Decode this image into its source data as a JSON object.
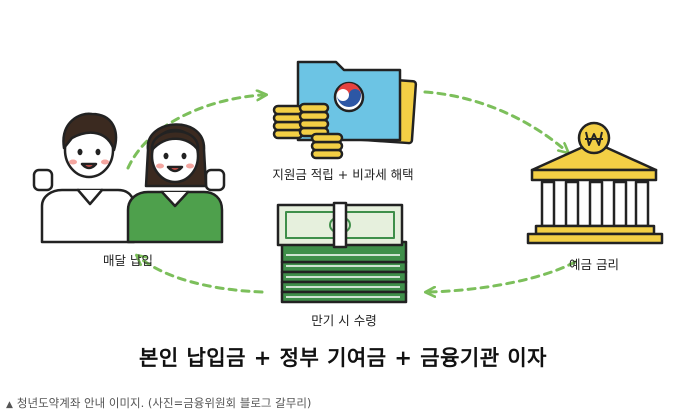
{
  "labels": {
    "monthly_payment": "매달 납입",
    "subsidy": "지원금 적립 + 비과세 해택",
    "interest": "예금 금리",
    "maturity": "만기 시 수령"
  },
  "headline": "본인 납입금 + 정부 기여금 + 금융기관 이자",
  "caption": "청년도약계좌 안내 이미지. (사진=금융위원회 블로그 갈무리)",
  "caption_marker": "▲",
  "icons": {
    "people": "two-people-cheering-icon",
    "folder": "government-folder-with-coins-icon",
    "bank": "bank-building-with-won-icon",
    "money": "cash-bundles-icon"
  },
  "colors": {
    "dash_arrow": "#7cbf5b",
    "folder_blue": "#6cc4e4",
    "coin_gold": "#f3cf45",
    "money_green": "#3f8f4a",
    "bank_gold": "#f3cf45",
    "sweater_green": "#4ea04c"
  }
}
